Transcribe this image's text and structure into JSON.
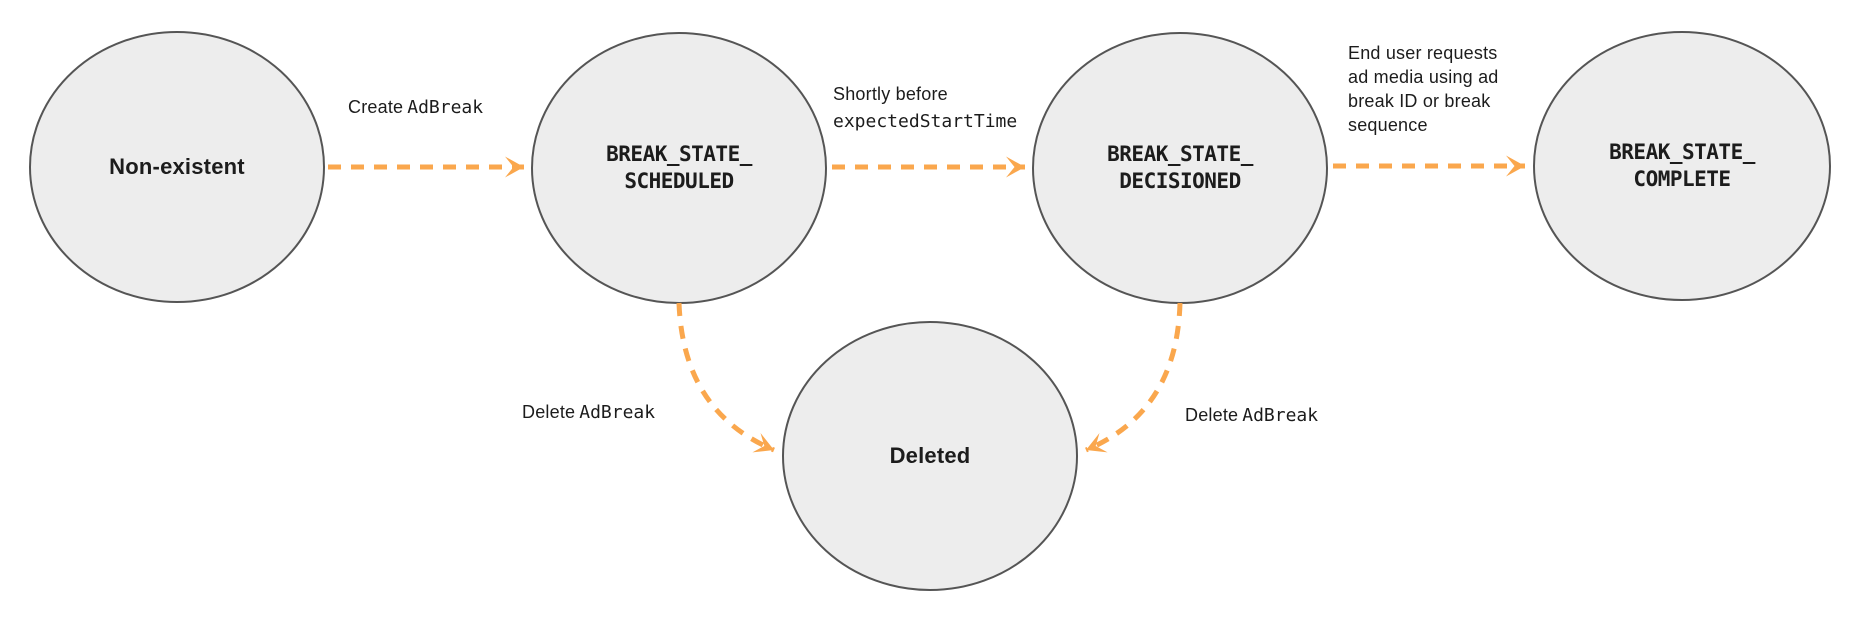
{
  "colors": {
    "arrow_orange": "#FAA74D",
    "node_fill": "#EDEDED",
    "node_border": "#555555",
    "label_text": "#1C1C1C"
  },
  "states": {
    "non_existent": {
      "label": "Non-existent"
    },
    "scheduled": {
      "line1": "BREAK_STATE_",
      "line2": "SCHEDULED"
    },
    "decisioned": {
      "line1": "BREAK_STATE_",
      "line2": "DECISIONED"
    },
    "complete": {
      "line1": "BREAK_STATE_",
      "line2": "COMPLETE"
    },
    "deleted": {
      "label": "Deleted"
    }
  },
  "transitions": {
    "create": {
      "text": "Create",
      "code": "AdBreak"
    },
    "shortly_before": {
      "text": "Shortly before",
      "code": "expectedStartTime"
    },
    "end_user_request": {
      "lines": [
        "End user requests",
        "ad media using ad",
        "break ID or break",
        "sequence"
      ]
    },
    "delete_from_scheduled": {
      "text": "Delete",
      "code": "AdBreak"
    },
    "delete_from_decisioned": {
      "text": "Delete",
      "code": "AdBreak"
    }
  }
}
